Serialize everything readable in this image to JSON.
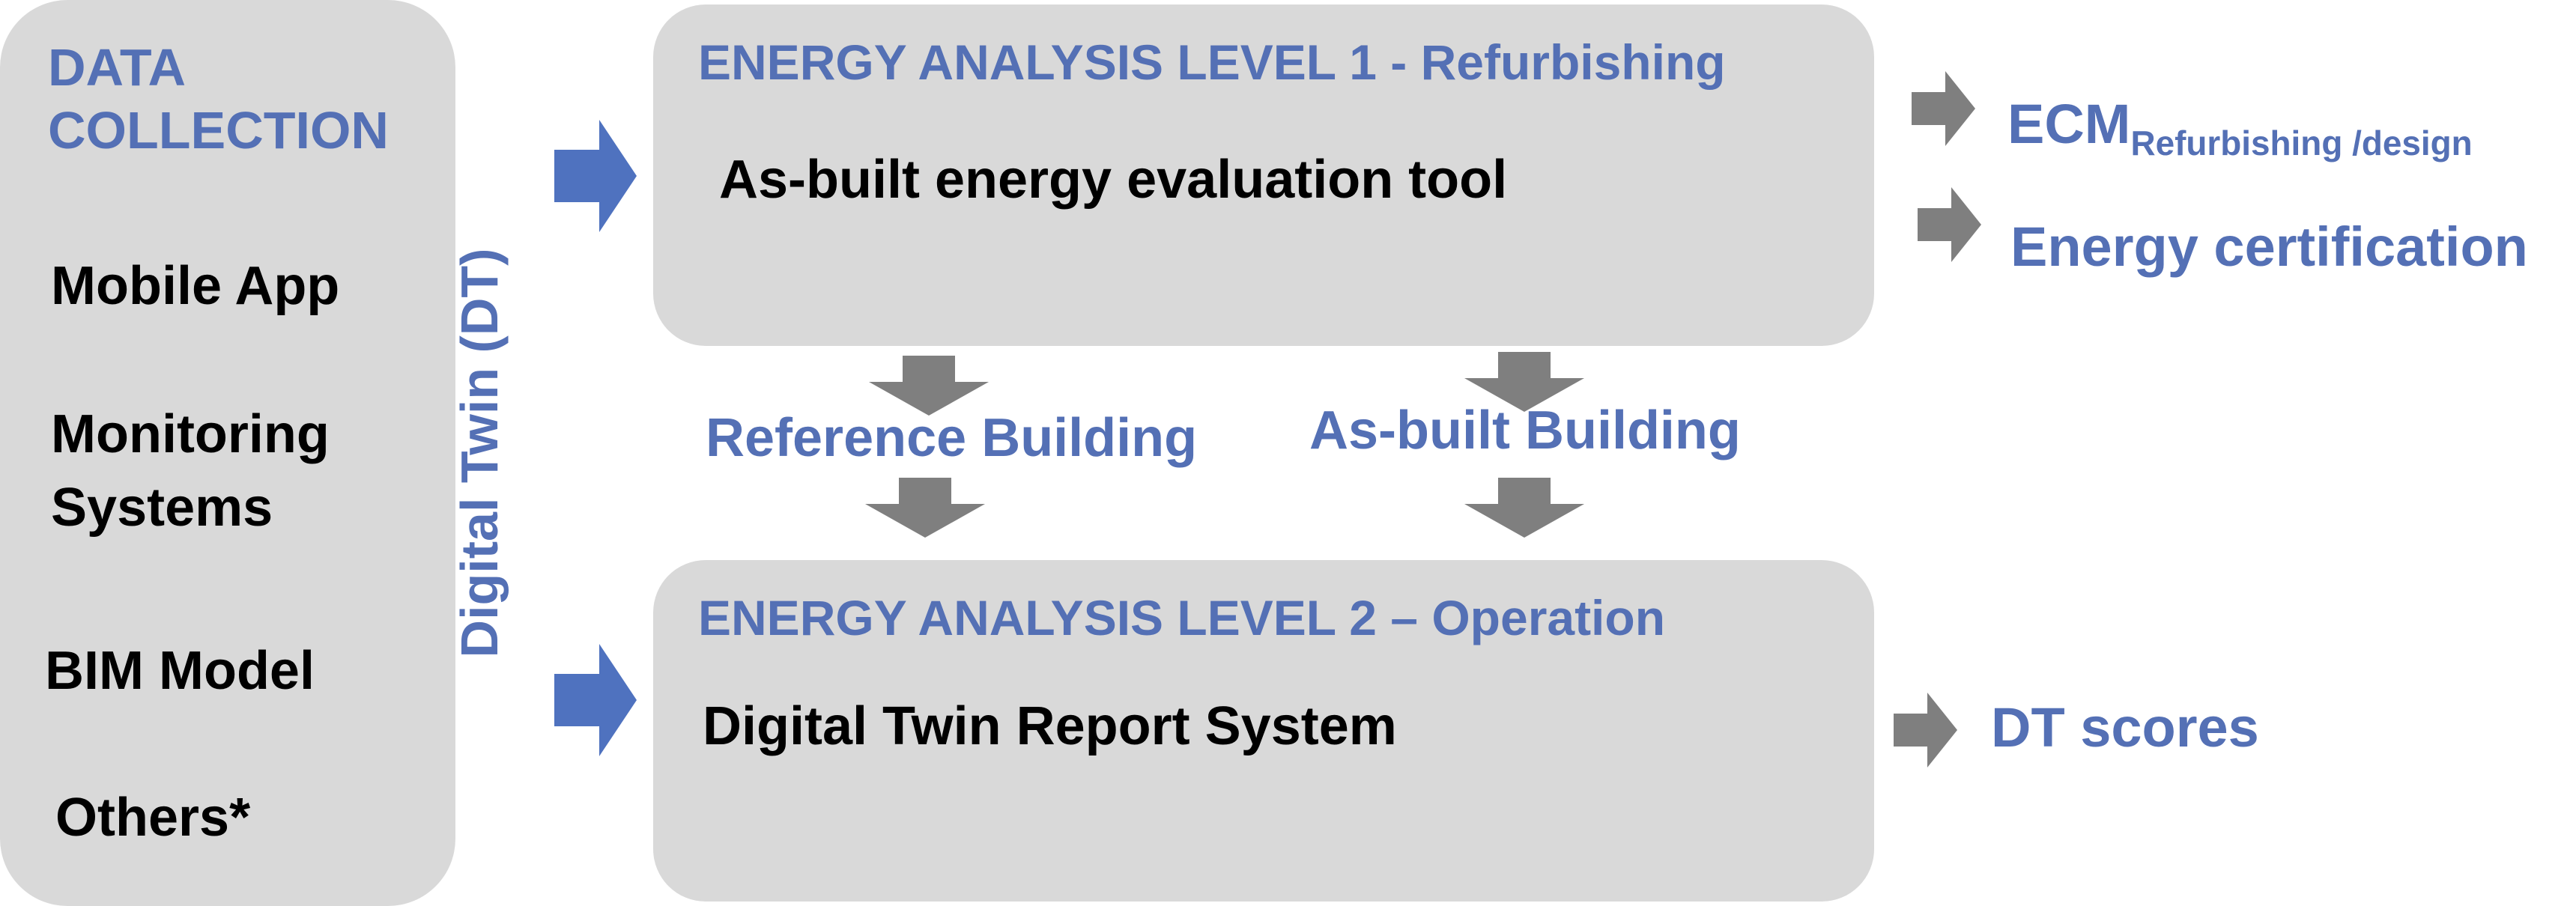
{
  "data_collection": {
    "title_line1": "DATA",
    "title_line2": "COLLECTION",
    "items": [
      "Mobile App",
      "Monitoring",
      "Systems",
      "BIM Model",
      "Others*"
    ]
  },
  "digital_twin_label": "Digital Twin (DT)",
  "level1": {
    "title": "ENERGY ANALYSIS LEVEL 1 - Refurbishing",
    "tool": "As-built energy evaluation tool"
  },
  "level2": {
    "title": "ENERGY ANALYSIS LEVEL 2 – Operation",
    "tool": "Digital Twin Report System"
  },
  "middle": {
    "reference_building": "Reference Building",
    "asbuilt_building": "As-built Building"
  },
  "outputs": {
    "ecm_main": "ECM",
    "ecm_sub": "Refurbishing /design",
    "energy_certification": "Energy certification",
    "dt_scores": "DT scores"
  },
  "colors": {
    "panel": "#d9d9d9",
    "accent_blue": "#5470b5",
    "arrow_blue": "#4f72bf",
    "arrow_gray": "#7f7f7f"
  }
}
